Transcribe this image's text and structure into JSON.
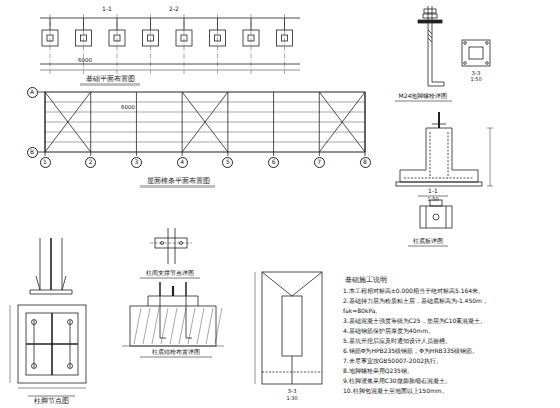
{
  "diagram": {
    "nodes": [
      {
        "text": [
          "1"
        ]
      },
      {
        "text": [
          "2"
        ]
      },
      {
        "text": [
          "3"
        ]
      },
      {
        "text": [
          "4"
        ]
      },
      {
        "text": [
          "5"
        ]
      },
      {
        "text": [
          "6"
        ]
      },
      {
        "text": [
          "7"
        ]
      },
      {
        "text": [
          "8"
        ]
      },
      {
        "text": [
          "A"
        ]
      },
      {
        "text": [
          "B"
        ]
      }
    ],
    "labels": [
      "1-1",
      "2-2",
      "基础平面布置图",
      "屋面檩条平面布置图",
      "6000",
      "6000",
      "M24地脚螺栓详图",
      "3-3",
      "1:50",
      "1-1",
      "1:50",
      "柱底板详图",
      "柱脚节点图",
      "柱间支撑节点详图",
      "柱底锚栓布置详图",
      "3-3",
      "1:30",
      "基础施工说明",
      "1.本工程相对标高±0.000相当于绝对标高5.164米。",
      "2.基础持力层为粉质粘土层，基础底标高为-1.450m，",
      "fak=80kPa。",
      "3.基础混凝土强度等级为C25，垫层为C10素混凝土。",
      "4.基础钢筋保护层厚度为40mm。",
      "5.基坑开挖后应及时通知设计人员验槽。",
      "6.钢筋Φ为HPB235级钢筋，Φ为HRB335级钢筋。",
      "7.未尽事宜按GB50007-2002执行。",
      "8.地脚螺栓采用Q235钢。",
      "9.柱脚灌浆采用C30微膨胀细石混凝土。",
      "10.柱脚包混凝土至地面以上150mm。"
    ]
  }
}
